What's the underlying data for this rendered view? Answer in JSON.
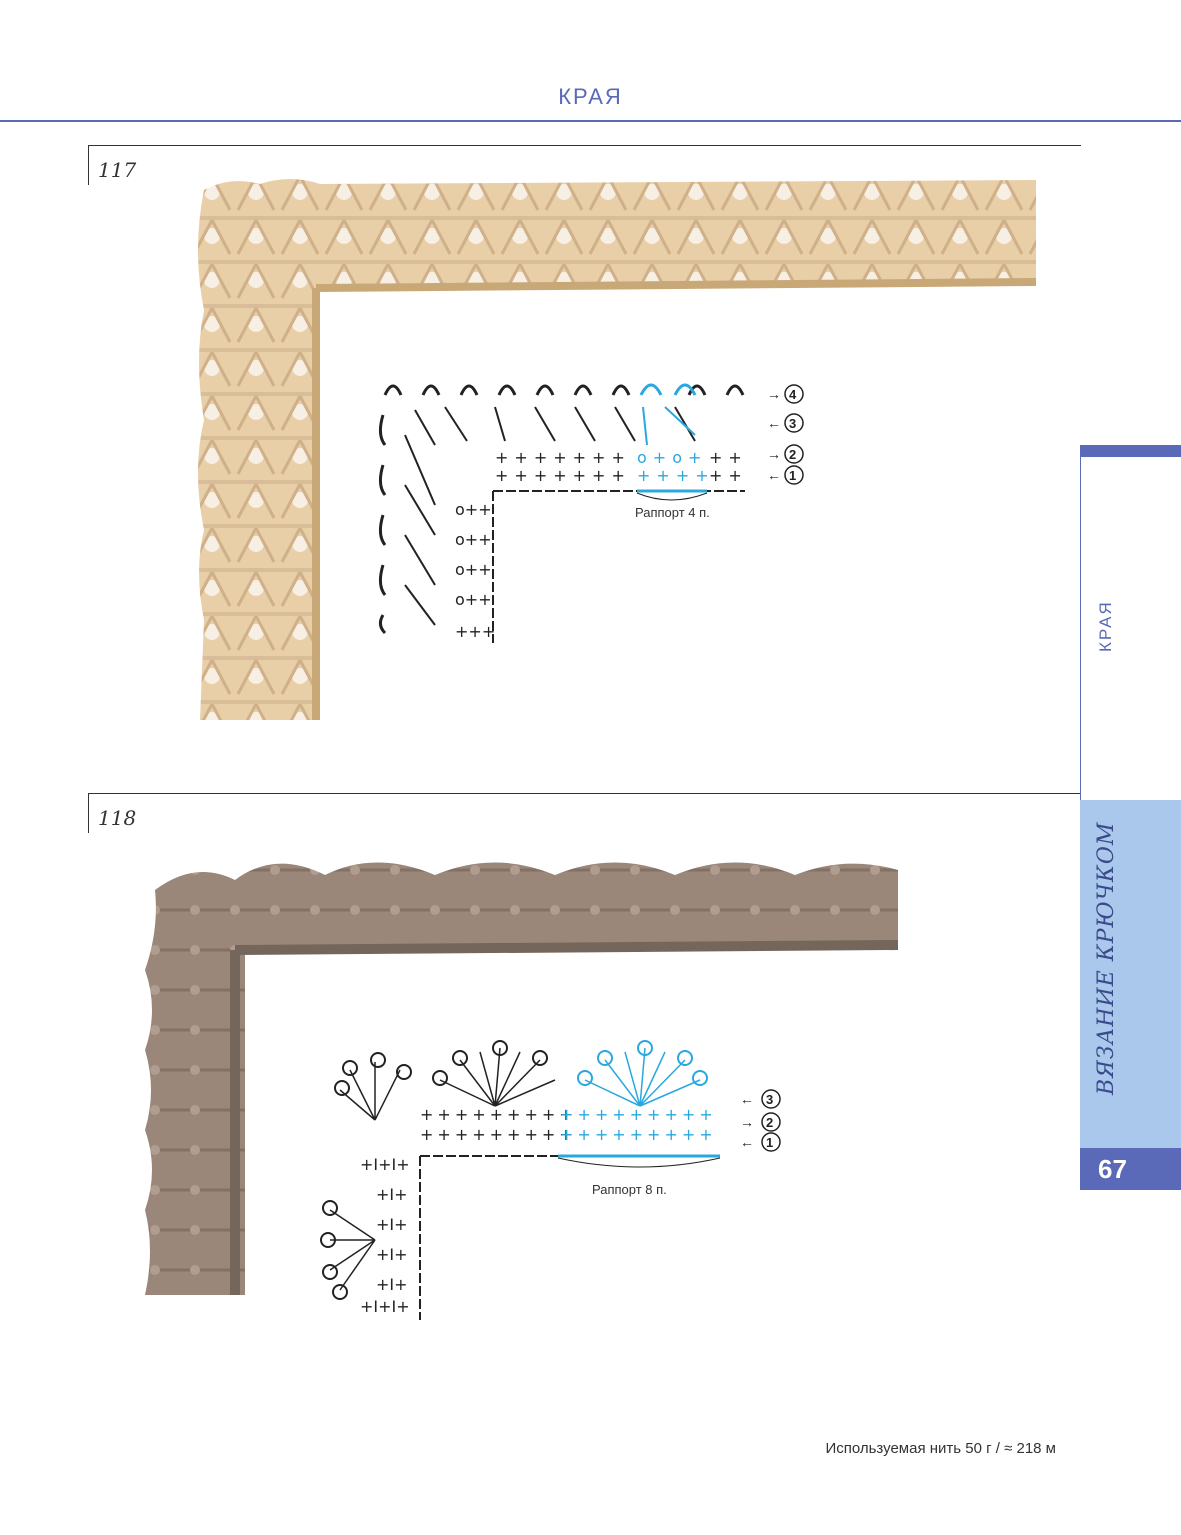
{
  "header": {
    "running_head": "КРАЯ"
  },
  "patterns": [
    {
      "number": "117",
      "yarn_color": "#e8cfa8",
      "row_markers": [
        "4",
        "3",
        "2",
        "1"
      ],
      "repeat_label": "Раппорт 4 п."
    },
    {
      "number": "118",
      "yarn_color": "#9a877a",
      "row_markers": [
        "3",
        "2",
        "1"
      ],
      "repeat_label": "Раппорт 8 п."
    }
  ],
  "side_tab": {
    "section_label": "КРАЯ",
    "book_title": "ВЯЗАНИЕ КРЮЧКОМ",
    "page_number": "67"
  },
  "footer": {
    "yarn_note": "Используемая нить 50 г / ≈ 218 м"
  },
  "colors": {
    "accent": "#5a6ab8",
    "tab_light": "#a9c8ec",
    "repeat_highlight": "#29a8e0"
  }
}
